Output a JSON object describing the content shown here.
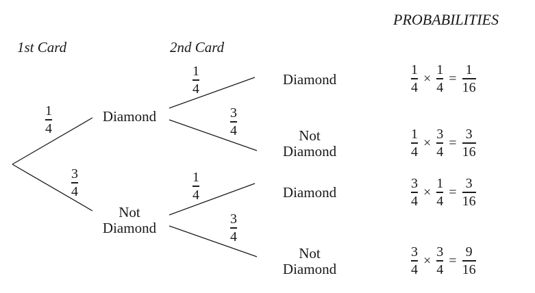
{
  "headers": {
    "probabilities": "PROBABILITIES",
    "first": "1st Card",
    "second": "2nd Card"
  },
  "first_branches": {
    "diamond": {
      "label": "Diamond",
      "num": "1",
      "den": "4"
    },
    "not_diamond": {
      "label1": "Not",
      "label2": "Diamond",
      "num": "3",
      "den": "4"
    }
  },
  "second_branches": [
    {
      "num": "1",
      "den": "4",
      "label1": "Diamond",
      "label2": ""
    },
    {
      "num": "3",
      "den": "4",
      "label1": "Not",
      "label2": "Diamond"
    },
    {
      "num": "1",
      "den": "4",
      "label1": "Diamond",
      "label2": ""
    },
    {
      "num": "3",
      "den": "4",
      "label1": "Not",
      "label2": "Diamond"
    }
  ],
  "probabilities": [
    {
      "a_num": "1",
      "a_den": "4",
      "b_num": "1",
      "b_den": "4",
      "r_num": "1",
      "r_den": "16"
    },
    {
      "a_num": "1",
      "a_den": "4",
      "b_num": "3",
      "b_den": "4",
      "r_num": "3",
      "r_den": "16"
    },
    {
      "a_num": "3",
      "a_den": "4",
      "b_num": "1",
      "b_den": "4",
      "r_num": "3",
      "r_den": "16"
    },
    {
      "a_num": "3",
      "a_den": "4",
      "b_num": "3",
      "b_den": "4",
      "r_num": "9",
      "r_den": "16"
    }
  ],
  "symbols": {
    "times": "×",
    "equals": "="
  }
}
